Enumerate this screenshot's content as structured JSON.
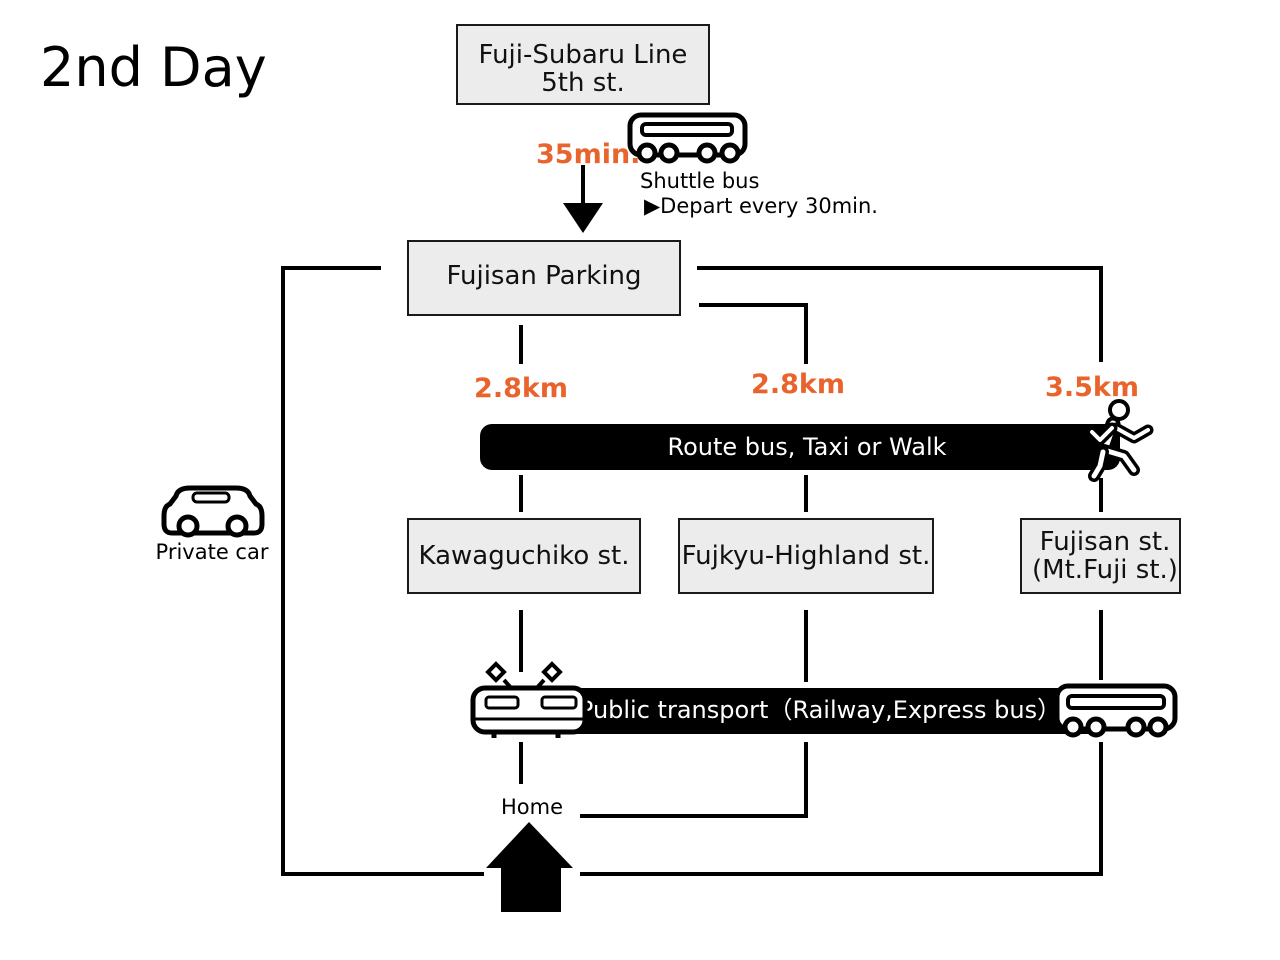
{
  "title": "2nd Day",
  "nodes": {
    "fuji_subaru": {
      "line1": "Fuji-Subaru Line",
      "line2": "5th st."
    },
    "parking": {
      "label": "Fujisan Parking"
    },
    "kawaguchiko": {
      "label": "Kawaguchiko st."
    },
    "highland": {
      "label": "Fujkyu-Highland st."
    },
    "fujisan": {
      "line1": "Fujisan st.",
      "line2": "(Mt.Fuji st.)"
    },
    "home": {
      "label": "Home"
    }
  },
  "edges": {
    "shuttle_time": "35min.",
    "shuttle_label": "Shuttle bus",
    "shuttle_note": "▶Depart every 30min.",
    "dist_kawaguchiko": "2.8km",
    "dist_highland": "2.8km",
    "dist_fujisan": "3.5km",
    "route_bus": "Route bus, Taxi or Walk",
    "public_transport": "Public transport（Railway,Express bus）",
    "private_car": "Private car"
  },
  "colors": {
    "accent": "#e8642c",
    "bar": "#000000",
    "box_fill": "#ececec"
  },
  "icons": [
    "shuttle-bus-icon",
    "running-person-icon",
    "car-icon",
    "train-icon",
    "express-bus-icon",
    "house-icon"
  ]
}
